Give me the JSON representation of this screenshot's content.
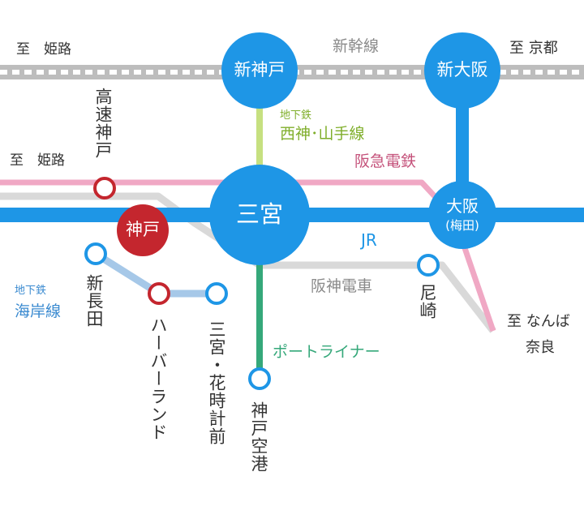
{
  "colors": {
    "jr": "#1e96e6",
    "shinkansen": "#bdbdbd",
    "hankyu": "#f0a8c4",
    "hanshin": "#d9d9d9",
    "seishin_yamate": "#c6e080",
    "kaigan": "#a6c8e8",
    "portliner": "#35a87a",
    "red_station": "#c4262e"
  },
  "labels": {
    "to_himeji_top": "至　姫路",
    "shinkansen": "新幹線",
    "to_kyoto": "至 京都",
    "to_himeji_mid": "至　姫路",
    "subway_small": "地下鉄",
    "seishin_yamate": "西神･山手線",
    "hankyu": "阪急電鉄",
    "jr": "JR",
    "hanshin": "阪神電車",
    "kaigan_small": "地下鉄",
    "kaigan": "海岸線",
    "portliner": "ポートライナー",
    "to_namba": "至 なんば",
    "nara": "奈良"
  },
  "stations": {
    "shin_kobe": "新神戸",
    "shin_osaka": "新大阪",
    "sannomiya": "三宮",
    "kobe": "神戸",
    "osaka": "大阪",
    "umeda": "(梅田)",
    "kosoku_kobe": "高速神戸",
    "shin_nagata": "新長田",
    "harborland": "ハーバーランド",
    "sannomiya_hanadokei": "三宮・花時計前",
    "amagasaki": "尼崎",
    "kobe_airport": "神戸空港"
  }
}
